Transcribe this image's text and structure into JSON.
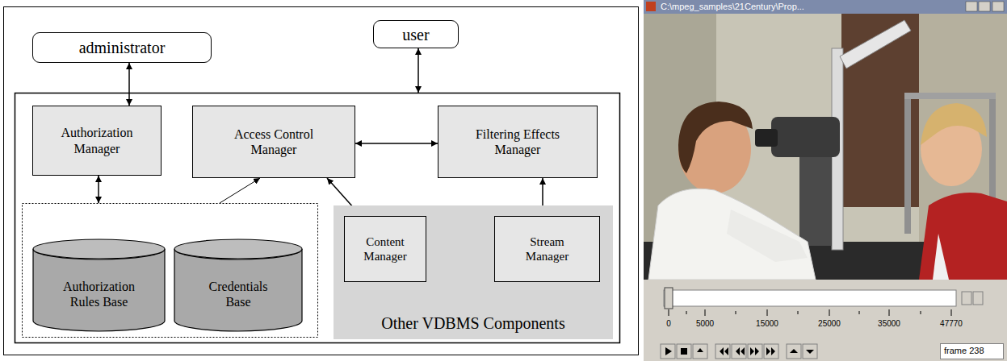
{
  "diagram": {
    "nodes": [
      {
        "text": [
          "administrator"
        ]
      },
      {
        "text": [
          "user"
        ]
      },
      {
        "text": [
          "Authorization Manager"
        ]
      },
      {
        "text": [
          "Access Control Manager"
        ]
      },
      {
        "text": [
          "Filtering Effects Manager"
        ]
      },
      {
        "text": [
          "Authorization Rules Base"
        ]
      },
      {
        "text": [
          "Credentials Base"
        ]
      },
      {
        "text": [
          "Other VDBMS Components"
        ]
      },
      {
        "text": [
          "Content Manager"
        ],
        "in": 7
      },
      {
        "text": [
          "Stream Manager"
        ],
        "in": 7
      }
    ],
    "edges": [
      {
        "from": 0,
        "to": 2,
        "arrow": "both"
      },
      {
        "from": 3,
        "to": 4,
        "arrow": "both"
      },
      {
        "from": 3,
        "to": 8,
        "arrow": "both"
      },
      {
        "from": 4,
        "to": 9,
        "arrow": "both"
      },
      {
        "from": 8,
        "to": 9,
        "arrow": "both"
      }
    ],
    "labels": [
      "C:\\mpeg_samples\\21Century\\Prop...",
      "0",
      "5000",
      "15000",
      "25000",
      "35000",
      "47770",
      "frame 238"
    ]
  }
}
